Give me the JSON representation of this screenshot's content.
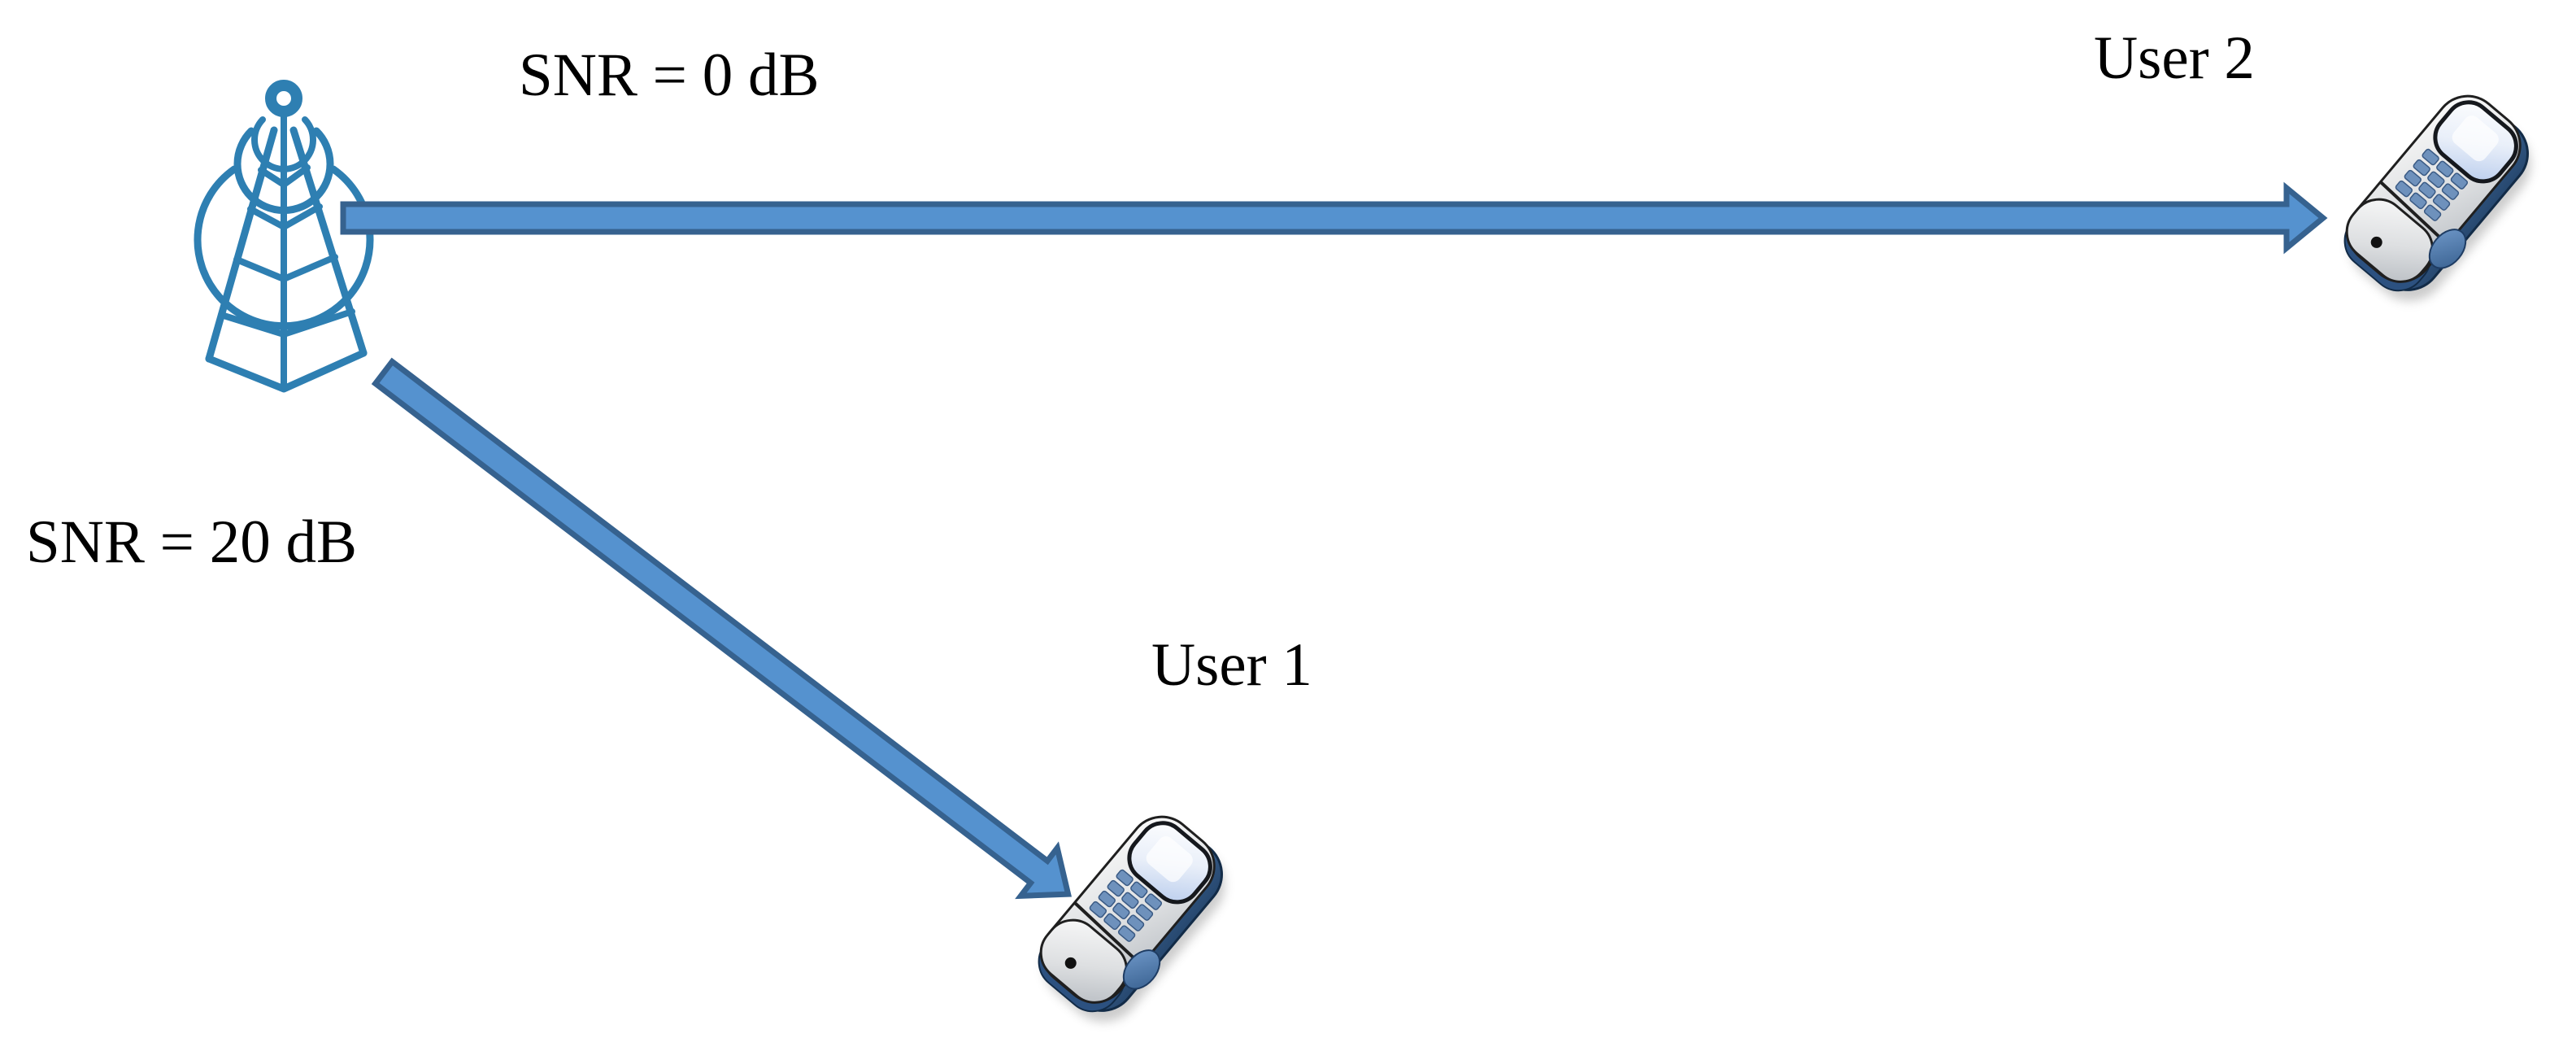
{
  "figure": {
    "kind": "wireless-downlink-diagram",
    "background": "#FFFFFF"
  },
  "base_station": {
    "icon": "antenna-tower-icon",
    "color": "#2E7FB2"
  },
  "links": [
    {
      "to": "User 2",
      "label": "SNR = 0 dB",
      "shape": "horizontal-block-arrow"
    },
    {
      "to": "User 1",
      "label": "SNR = 20 dB",
      "shape": "diagonal-block-arrow"
    }
  ],
  "users": [
    {
      "label": "User 1",
      "icon": "flip-phone-icon"
    },
    {
      "label": "User 2",
      "icon": "flip-phone-icon"
    }
  ],
  "colors": {
    "arrow_fill": "#5592CF",
    "arrow_stroke": "#36628F",
    "tower": "#2E7FB2",
    "phone_body": "#D9DBDD",
    "phone_shell": "#31557F",
    "phone_keys": "#6E91BC",
    "text": "#000000"
  }
}
